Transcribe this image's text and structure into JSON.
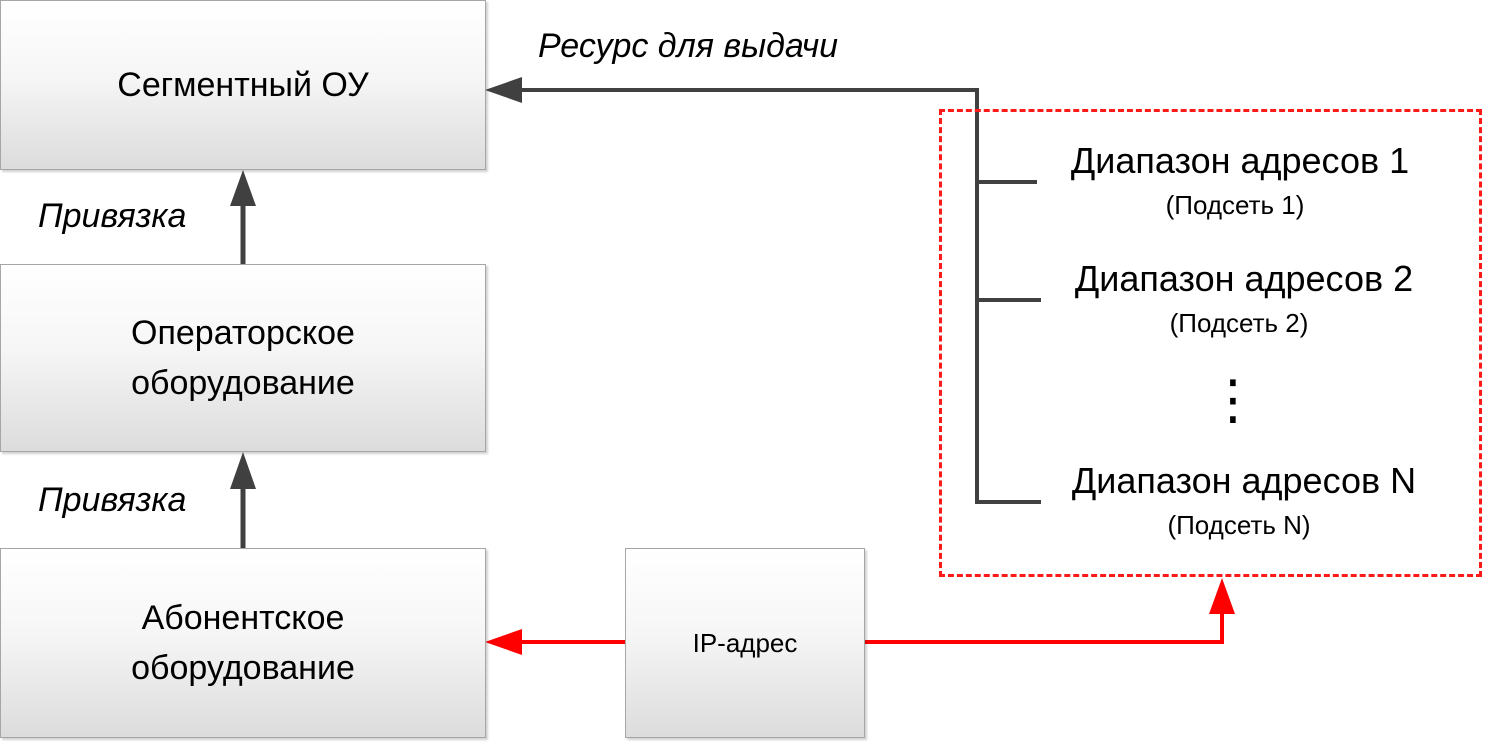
{
  "boxes": {
    "segment": "Сегментный ОУ",
    "operator_line1": "Операторское",
    "operator_line2": "оборудование",
    "subscriber_line1": "Абонентское",
    "subscriber_line2": "оборудование",
    "ip": "IP-адрес"
  },
  "labels": {
    "binding_top": "Привязка",
    "binding_bottom": "Привязка",
    "resource": "Ресурс для выдачи",
    "ellipsis": "⋮"
  },
  "ranges": [
    {
      "title": "Диапазон адресов 1",
      "subnet": "(Подсеть 1)"
    },
    {
      "title": "Диапазон адресов 2",
      "subnet": "(Подсеть 2)"
    },
    {
      "title": "Диапазон адресов N",
      "subnet": "(Подсеть N)"
    }
  ],
  "colors": {
    "arrow_gray": "#404040",
    "arrow_red": "#ff0000",
    "frame_red": "#ff1a1a",
    "box_border": "#a6a6a6"
  }
}
